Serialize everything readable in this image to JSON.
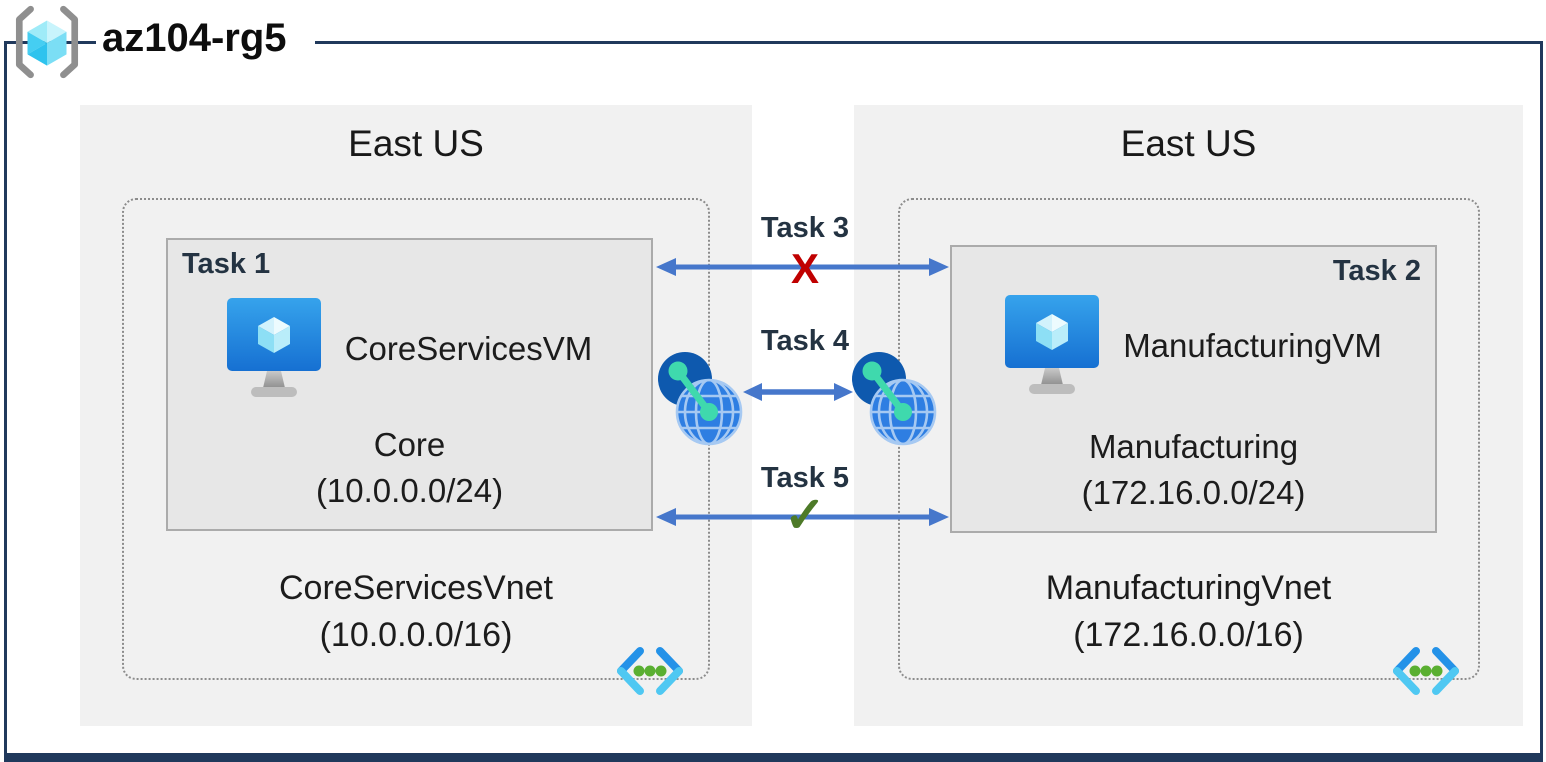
{
  "resource_group": {
    "name": "az104-rg5"
  },
  "left": {
    "region": "East US",
    "task_label": "Task 1",
    "vm_name": "CoreServicesVM",
    "subnet_name": "Core",
    "subnet_cidr": "(10.0.0.0/24)",
    "vnet_name": "CoreServicesVnet",
    "vnet_cidr": "(10.0.0.0/16)"
  },
  "right": {
    "region": "East US",
    "task_label": "Task 2",
    "vm_name": "ManufacturingVM",
    "subnet_name": "Manufacturing",
    "subnet_cidr": "(172.16.0.0/24)",
    "vnet_name": "ManufacturingVnet",
    "vnet_cidr": "(172.16.0.0/16)"
  },
  "connections": {
    "task3": {
      "label": "Task 3",
      "marker": "X"
    },
    "task4": {
      "label": "Task 4"
    },
    "task5": {
      "label": "Task 5",
      "marker": "✓"
    }
  },
  "icons": {
    "resource_group": "azure-resource-group-icon",
    "vm": "azure-virtual-machine-icon",
    "peering": "vnet-peering-icon",
    "vnet": "azure-virtual-network-icon"
  },
  "colors": {
    "frame": "#20395c",
    "arrow": "#4677cb",
    "blocked_x": "#c00000",
    "allowed_check": "#4d7a28",
    "region_fill": "#f1f1f1",
    "subnet_fill": "#e7e7e7",
    "vm_blue_top": "#36a3ec",
    "vm_blue_bottom": "#1670d2",
    "vnet_bracket_blue": "#2492e8",
    "vnet_bracket_cyan": "#4fc8f2",
    "vnet_dot_green": "#5aaf31",
    "peering_dark_blue": "#0e59ae",
    "peering_globe_blue": "#2e7ee2",
    "peering_green": "#3fd9ad"
  }
}
